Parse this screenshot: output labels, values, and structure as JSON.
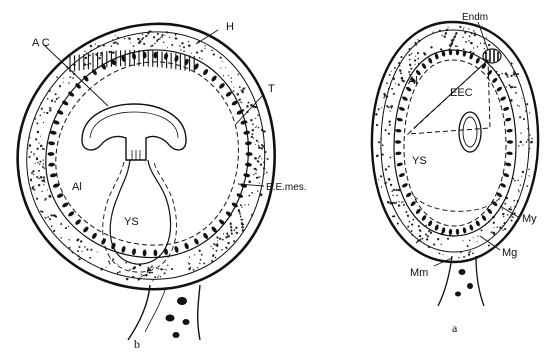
{
  "figure_b": {
    "labels": {
      "ac": "A C",
      "h": "H",
      "t": "T",
      "al": "Al",
      "ys": "YS",
      "eemes": "E.E.mes."
    },
    "sublabel": "b"
  },
  "figure_a": {
    "labels": {
      "endm": "Endm",
      "al": "Al",
      "eec": "EEC",
      "ys": "YS",
      "my": "My",
      "mg": "Mg",
      "mm": "Mm"
    },
    "sublabel": "a"
  }
}
